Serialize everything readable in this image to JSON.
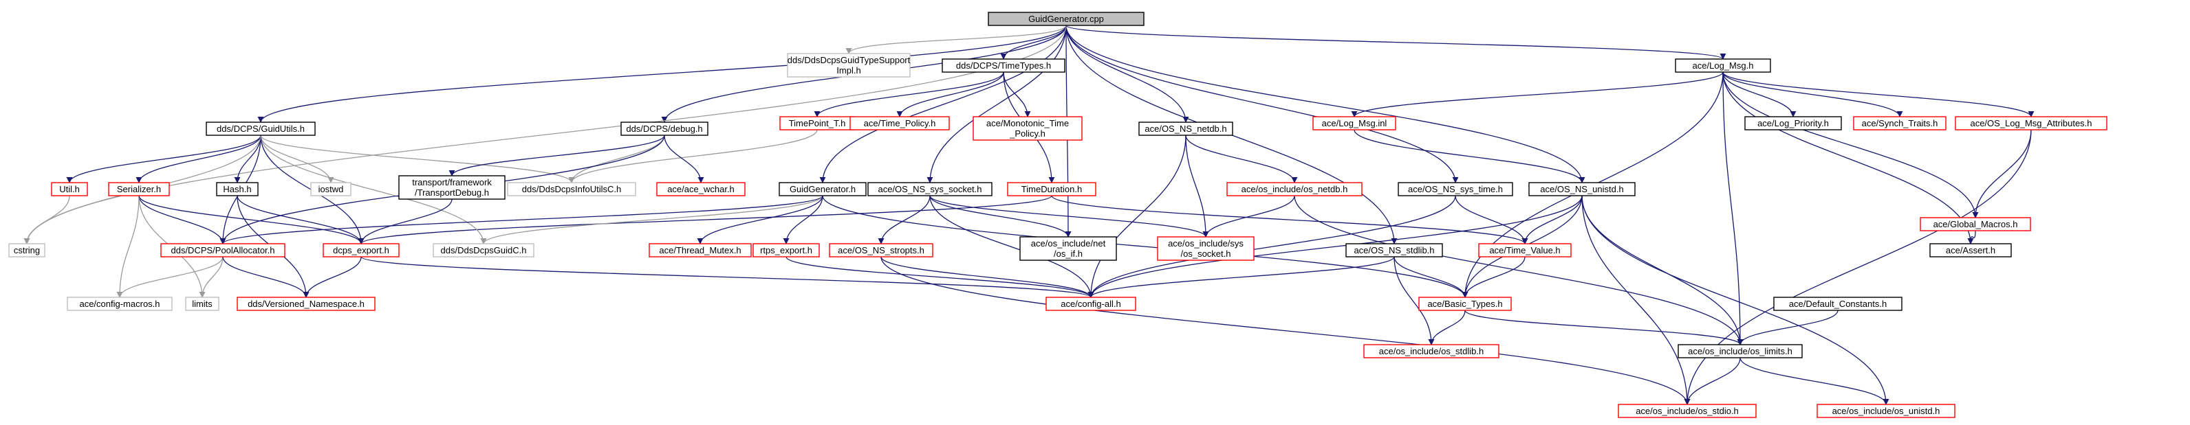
{
  "colors": {
    "root_fill": "#bfbfbf",
    "border_black": "#000000",
    "border_red": "#ff0000",
    "border_gray": "#bfbfbf",
    "edge": "#191970",
    "edge_gray": "#9a9a9a",
    "text": "#000000"
  },
  "nodes": [
    {
      "id": "root",
      "lines": [
        "GuidGenerator.cpp"
      ],
      "style": "root"
    },
    {
      "id": "guidtypesupport",
      "lines": [
        "dds/DdsDcpsGuidTypeSupport",
        "Impl.h"
      ],
      "style": "gray"
    },
    {
      "id": "timetypes",
      "lines": [
        "dds/DCPS/TimeTypes.h"
      ],
      "style": "black"
    },
    {
      "id": "logmsg",
      "lines": [
        "ace/Log_Msg.h"
      ],
      "style": "black"
    },
    {
      "id": "guidutils",
      "lines": [
        "dds/DCPS/GuidUtils.h"
      ],
      "style": "black"
    },
    {
      "id": "debug",
      "lines": [
        "dds/DCPS/debug.h"
      ],
      "style": "black"
    },
    {
      "id": "timepoint",
      "lines": [
        "TimePoint_T.h"
      ],
      "style": "red"
    },
    {
      "id": "timepolicy",
      "lines": [
        "ace/Time_Policy.h"
      ],
      "style": "red"
    },
    {
      "id": "monotonic",
      "lines": [
        "ace/Monotonic_Time",
        "_Policy.h"
      ],
      "style": "red"
    },
    {
      "id": "netdb",
      "lines": [
        "ace/OS_NS_netdb.h"
      ],
      "style": "black"
    },
    {
      "id": "logmsginl",
      "lines": [
        "ace/Log_Msg.inl"
      ],
      "style": "red"
    },
    {
      "id": "logpriority",
      "lines": [
        "ace/Log_Priority.h"
      ],
      "style": "black"
    },
    {
      "id": "synchtraits",
      "lines": [
        "ace/Synch_Traits.h"
      ],
      "style": "red"
    },
    {
      "id": "logmsgattr",
      "lines": [
        "ace/OS_Log_Msg_Attributes.h"
      ],
      "style": "red"
    },
    {
      "id": "osnetdb",
      "lines": [
        "ace/os_include/os_netdb.h"
      ],
      "style": "red"
    },
    {
      "id": "systime",
      "lines": [
        "ace/OS_NS_sys_time.h"
      ],
      "style": "black"
    },
    {
      "id": "unistd",
      "lines": [
        "ace/OS_NS_unistd.h"
      ],
      "style": "black"
    },
    {
      "id": "globalmacros",
      "lines": [
        "ace/Global_Macros.h"
      ],
      "style": "red"
    },
    {
      "id": "util",
      "lines": [
        "Util.h"
      ],
      "style": "red"
    },
    {
      "id": "serializer",
      "lines": [
        "Serializer.h"
      ],
      "style": "red"
    },
    {
      "id": "hash",
      "lines": [
        "Hash.h"
      ],
      "style": "black"
    },
    {
      "id": "iostwd",
      "lines": [
        "iostwd"
      ],
      "style": "gray"
    },
    {
      "id": "transportdebug",
      "lines": [
        "transport/framework",
        "/TransportDebug.h"
      ],
      "style": "black"
    },
    {
      "id": "infoutils",
      "lines": [
        "dds/DdsDcpsInfoUtilsC.h"
      ],
      "style": "gray"
    },
    {
      "id": "acewchar",
      "lines": [
        "ace/ace_wchar.h"
      ],
      "style": "red"
    },
    {
      "id": "guidgenh",
      "lines": [
        "GuidGenerator.h"
      ],
      "style": "black"
    },
    {
      "id": "socket",
      "lines": [
        "ace/OS_NS_sys_socket.h"
      ],
      "style": "black"
    },
    {
      "id": "timeduration",
      "lines": [
        "TimeDuration.h"
      ],
      "style": "red"
    },
    {
      "id": "cstring",
      "lines": [
        "cstring"
      ],
      "style": "gray"
    },
    {
      "id": "poolalloc",
      "lines": [
        "dds/DCPS/PoolAllocator.h"
      ],
      "style": "red"
    },
    {
      "id": "dcpsexport",
      "lines": [
        "dcps_export.h"
      ],
      "style": "red"
    },
    {
      "id": "guidc",
      "lines": [
        "dds/DdsDcpsGuidC.h"
      ],
      "style": "gray"
    },
    {
      "id": "threadmutex",
      "lines": [
        "ace/Thread_Mutex.h"
      ],
      "style": "red"
    },
    {
      "id": "rtpsexport",
      "lines": [
        "rtps_export.h"
      ],
      "style": "red"
    },
    {
      "id": "stropts",
      "lines": [
        "ace/OS_NS_stropts.h"
      ],
      "style": "red"
    },
    {
      "id": "netif",
      "lines": [
        "ace/os_include/net",
        "/os_if.h"
      ],
      "style": "black"
    },
    {
      "id": "ossocket",
      "lines": [
        "ace/os_include/sys",
        "/os_socket.h"
      ],
      "style": "red"
    },
    {
      "id": "stdlib",
      "lines": [
        "ace/OS_NS_stdlib.h"
      ],
      "style": "black"
    },
    {
      "id": "timevalue",
      "lines": [
        "ace/Time_Value.h"
      ],
      "style": "red"
    },
    {
      "id": "assert",
      "lines": [
        "ace/Assert.h"
      ],
      "style": "black"
    },
    {
      "id": "configmacros",
      "lines": [
        "ace/config-macros.h"
      ],
      "style": "gray"
    },
    {
      "id": "limits",
      "lines": [
        "limits"
      ],
      "style": "gray"
    },
    {
      "id": "versioned",
      "lines": [
        "dds/Versioned_Namespace.h"
      ],
      "style": "red"
    },
    {
      "id": "configall",
      "lines": [
        "ace/config-all.h"
      ],
      "style": "red"
    },
    {
      "id": "basictypes",
      "lines": [
        "ace/Basic_Types.h"
      ],
      "style": "red"
    },
    {
      "id": "defaultconst",
      "lines": [
        "ace/Default_Constants.h"
      ],
      "style": "black"
    },
    {
      "id": "osstdlib",
      "lines": [
        "ace/os_include/os_stdlib.h"
      ],
      "style": "red"
    },
    {
      "id": "oslimits",
      "lines": [
        "ace/os_include/os_limits.h"
      ],
      "style": "black"
    },
    {
      "id": "osstdio",
      "lines": [
        "ace/os_include/os_stdio.h"
      ],
      "style": "red"
    },
    {
      "id": "osunistd",
      "lines": [
        "ace/os_include/os_unistd.h"
      ],
      "style": "red"
    }
  ],
  "edges": [
    [
      "root",
      "guidtypesupport"
    ],
    [
      "root",
      "timetypes"
    ],
    [
      "root",
      "logmsg"
    ],
    [
      "root",
      "guidutils"
    ],
    [
      "root",
      "debug"
    ],
    [
      "root",
      "guidgenh"
    ],
    [
      "root",
      "socket"
    ],
    [
      "root",
      "netdb"
    ],
    [
      "root",
      "systime"
    ],
    [
      "root",
      "unistd"
    ],
    [
      "root",
      "stdlib"
    ],
    [
      "root",
      "netif"
    ],
    [
      "root",
      "cstring"
    ],
    [
      "timetypes",
      "timepoint"
    ],
    [
      "timetypes",
      "timepolicy"
    ],
    [
      "timetypes",
      "monotonic"
    ],
    [
      "timetypes",
      "timeduration"
    ],
    [
      "timepoint",
      "infoutils"
    ],
    [
      "timeduration",
      "timevalue"
    ],
    [
      "timeduration",
      "dcpsexport"
    ],
    [
      "logmsg",
      "logmsginl"
    ],
    [
      "logmsg",
      "logpriority"
    ],
    [
      "logmsg",
      "synchtraits"
    ],
    [
      "logmsg",
      "logmsgattr"
    ],
    [
      "logmsg",
      "globalmacros"
    ],
    [
      "logmsg",
      "assert"
    ],
    [
      "logmsg",
      "basictypes"
    ],
    [
      "logmsg",
      "oslimits"
    ],
    [
      "logmsginl",
      "unistd"
    ],
    [
      "logmsgattr",
      "globalmacros"
    ],
    [
      "logmsgattr",
      "osstdio"
    ],
    [
      "globalmacros",
      "assert"
    ],
    [
      "guidutils",
      "util"
    ],
    [
      "guidutils",
      "serializer"
    ],
    [
      "guidutils",
      "hash"
    ],
    [
      "guidutils",
      "iostwd"
    ],
    [
      "guidutils",
      "infoutils"
    ],
    [
      "guidutils",
      "guidc"
    ],
    [
      "guidutils",
      "poolalloc"
    ],
    [
      "guidutils",
      "dcpsexport"
    ],
    [
      "guidutils",
      "cstring"
    ],
    [
      "debug",
      "transportdebug"
    ],
    [
      "debug",
      "infoutils"
    ],
    [
      "debug",
      "acewchar"
    ],
    [
      "debug",
      "poolalloc"
    ],
    [
      "transportdebug",
      "dcpsexport"
    ],
    [
      "util",
      "cstring"
    ],
    [
      "serializer",
      "poolalloc"
    ],
    [
      "serializer",
      "configmacros"
    ],
    [
      "serializer",
      "limits"
    ],
    [
      "serializer",
      "dcpsexport"
    ],
    [
      "hash",
      "dcpsexport"
    ],
    [
      "hash",
      "versioned"
    ],
    [
      "poolalloc",
      "configmacros"
    ],
    [
      "poolalloc",
      "limits"
    ],
    [
      "poolalloc",
      "versioned"
    ],
    [
      "dcpsexport",
      "versioned"
    ],
    [
      "dcpsexport",
      "configall"
    ],
    [
      "guidgenh",
      "poolalloc"
    ],
    [
      "guidgenh",
      "guidc"
    ],
    [
      "guidgenh",
      "threadmutex"
    ],
    [
      "guidgenh",
      "rtpsexport"
    ],
    [
      "guidgenh",
      "basictypes"
    ],
    [
      "rtpsexport",
      "configall"
    ],
    [
      "socket",
      "stropts"
    ],
    [
      "socket",
      "netif"
    ],
    [
      "socket",
      "ossocket"
    ],
    [
      "socket",
      "configall"
    ],
    [
      "stropts",
      "configall"
    ],
    [
      "stropts",
      "osstdio"
    ],
    [
      "netdb",
      "osnetdb"
    ],
    [
      "netdb",
      "ossocket"
    ],
    [
      "netdb",
      "configall"
    ],
    [
      "osnetdb",
      "ossocket"
    ],
    [
      "osnetdb",
      "oslimits"
    ],
    [
      "systime",
      "timevalue"
    ],
    [
      "systime",
      "configall"
    ],
    [
      "unistd",
      "timevalue"
    ],
    [
      "unistd",
      "basictypes"
    ],
    [
      "unistd",
      "configall"
    ],
    [
      "unistd",
      "osunistd"
    ],
    [
      "unistd",
      "osstdio"
    ],
    [
      "unistd",
      "oslimits"
    ],
    [
      "stdlib",
      "basictypes"
    ],
    [
      "stdlib",
      "configall"
    ],
    [
      "stdlib",
      "osstdlib"
    ],
    [
      "timevalue",
      "basictypes"
    ],
    [
      "basictypes",
      "osstdlib"
    ],
    [
      "basictypes",
      "oslimits"
    ],
    [
      "defaultconst",
      "oslimits"
    ],
    [
      "oslimits",
      "osstdio"
    ],
    [
      "oslimits",
      "osunistd"
    ]
  ]
}
